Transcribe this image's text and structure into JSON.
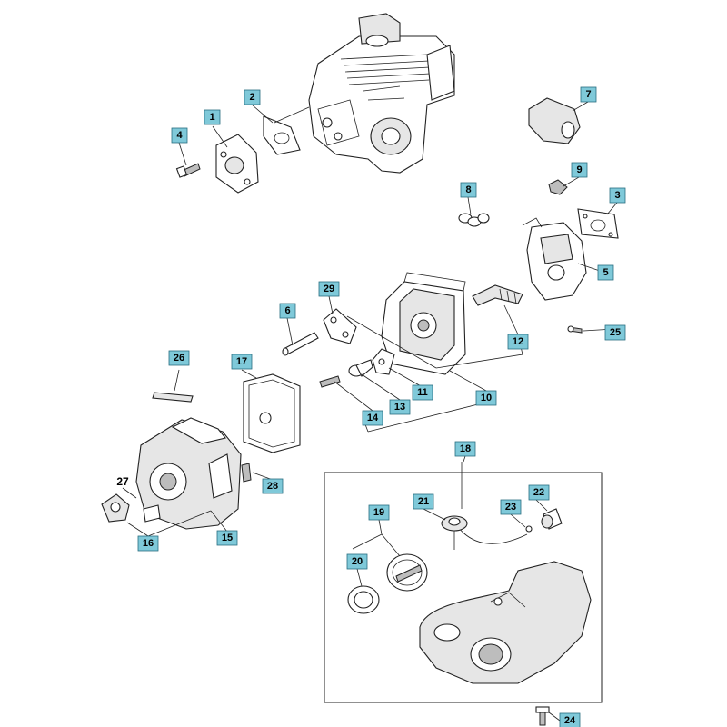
{
  "labels": {
    "l1": "1",
    "l2": "2",
    "l3": "3",
    "l4": "4",
    "l5": "5",
    "l6": "6",
    "l7": "7",
    "l8": "8",
    "l9": "9",
    "l10": "10",
    "l11": "11",
    "l12": "12",
    "l13": "13",
    "l14": "14",
    "l15": "15",
    "l16": "16",
    "l17": "17",
    "l18": "18",
    "l19": "19",
    "l20": "20",
    "l21": "21",
    "l22": "22",
    "l23": "23",
    "l24": "24",
    "l25": "25",
    "l26": "26",
    "l27": "27",
    "l28": "28",
    "l29": "29"
  },
  "colors": {
    "label_fill": "#7fc9d9",
    "line": "#222222"
  }
}
